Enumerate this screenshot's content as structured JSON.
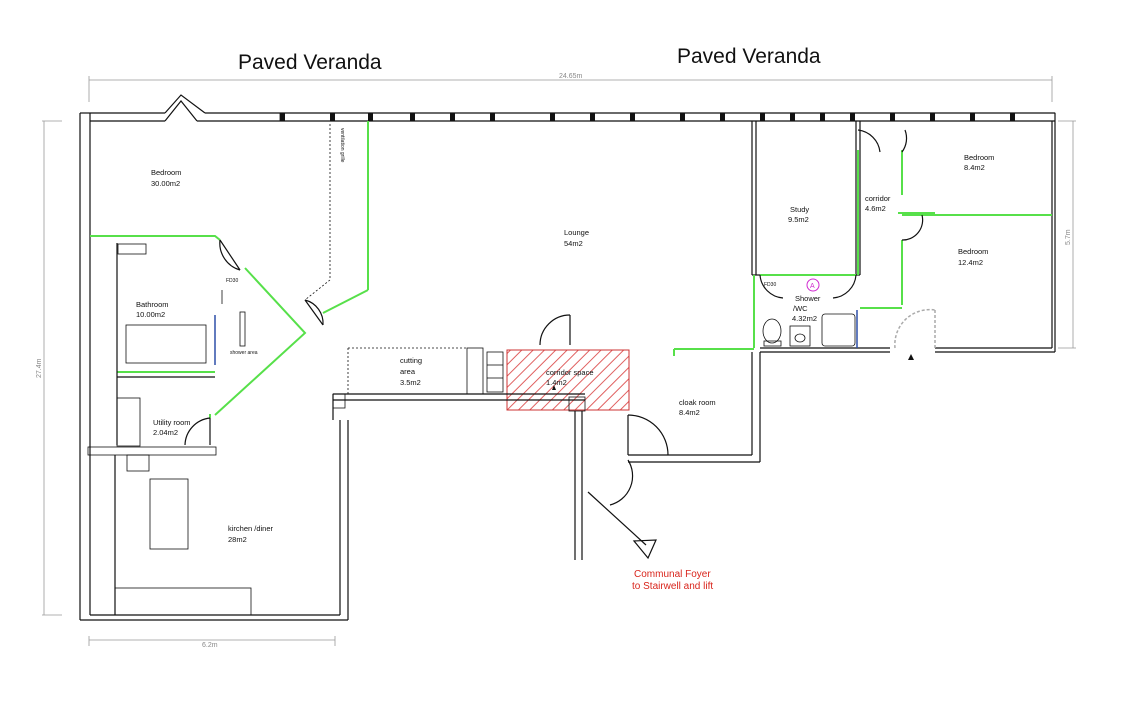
{
  "outside": {
    "veranda_left": "Paved Veranda",
    "veranda_right": "Paved Veranda"
  },
  "dimensions": {
    "top_width": "24.65m",
    "left_height": "27.4m",
    "right_height": "5.7m",
    "bottom_width": "6.2m"
  },
  "rooms": {
    "bedroom_large": {
      "name": "Bedroom",
      "area": "30.00m2"
    },
    "lounge": {
      "name": "Lounge",
      "area": "54m2"
    },
    "study": {
      "name": "Study",
      "area": "9.5m2"
    },
    "corridor_right": {
      "name": "corridor",
      "area": "4.6m2"
    },
    "bedroom_small": {
      "name": "Bedroom",
      "area": "8.4m2"
    },
    "bedroom_mid": {
      "name": "Bedroom",
      "area": "12.4m2"
    },
    "shower": {
      "name": "Shower",
      "name2": "/WC",
      "area": "4.32m2"
    },
    "bathroom": {
      "name": "Bathroom",
      "area": "10.00m2"
    },
    "shower_area": "shower area",
    "cutting": {
      "name": "cutting",
      "name2": "area",
      "area": "3.5m2"
    },
    "corridor_space": {
      "name": "corridor space",
      "area": "1.4m2"
    },
    "cloak": {
      "name": "cloak room",
      "area": "8.4m2"
    },
    "utility": {
      "name": "Utility room",
      "area": "2.04m2"
    },
    "kitchen": {
      "name": "kirchen /diner",
      "area": "28m2"
    }
  },
  "tags": {
    "fd30_a": "FD30",
    "fd30_b": "FD30",
    "ventilation": "ventilation grille",
    "marker": "A"
  },
  "exit": {
    "line1": "Communal Foyer",
    "line2": "to Stairwell and lift"
  },
  "colors": {
    "new_partition": "#57e04a",
    "exit_text": "#d9251c",
    "hatch": "#e06060",
    "marker": "#d02cd0"
  }
}
